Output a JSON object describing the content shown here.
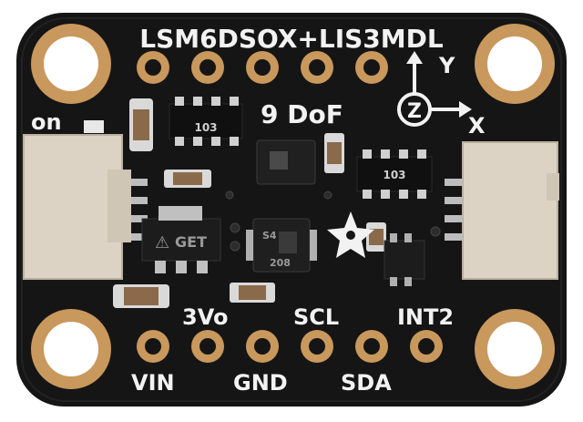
{
  "board": {
    "title": "LSM6DSOX+LIS3MDL",
    "dof_label": "9 DoF",
    "power_led_label": "on",
    "axis": {
      "y": "Y",
      "z": "Z",
      "x": "X"
    },
    "resistor_code_left": "103",
    "resistor_code_right": "103",
    "regulator_marking": "GET",
    "chip_marking_line1": "S4",
    "chip_marking_line2": "208",
    "pins_top_row": [
      "3Vo",
      "SCL",
      "INT2"
    ],
    "pins_bottom_row": [
      "VIN",
      "GND",
      "SDA"
    ]
  },
  "colors": {
    "pcb": "#151515",
    "silkscreen": "#f2f2f2",
    "gold": "#c9985c",
    "connector": "#dcd3c4"
  }
}
